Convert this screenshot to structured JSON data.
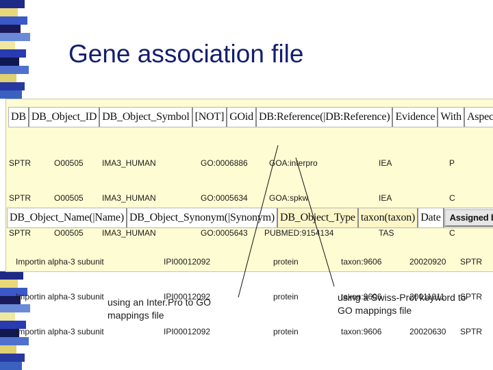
{
  "title": "Gene association file",
  "header1": [
    "DB",
    "DB_Object_ID",
    "DB_Object_Symbol",
    "[NOT]",
    "GOid",
    "DB:Reference(|DB:Reference)",
    "Evidence",
    "With",
    "Aspect"
  ],
  "rows1": {
    "db": [
      "SPTR",
      "SPTR",
      "SPTR"
    ],
    "object_id": [
      "O00505",
      "O00505",
      "O00505"
    ],
    "symbol": [
      "IMA3_HUMAN",
      "IMA3_HUMAN",
      "IMA3_HUMAN"
    ],
    "goid": [
      "GO:0006886",
      "GO:0005634",
      "GO:0005643"
    ],
    "reference": [
      "GOA:interpro",
      "GOA:spkw",
      "PUBMED:9154134"
    ],
    "evidence": [
      "IEA",
      "IEA",
      "TAS"
    ],
    "aspect": [
      "P",
      "C",
      "C"
    ]
  },
  "header2": [
    "DB_Object_Name(|Name)",
    "DB_Object_Synonym(|Synonym)",
    "DB_Object_Type",
    "taxon(taxon)",
    "Date",
    "Assigned by"
  ],
  "rows2": {
    "name": [
      "Importin alpha-3 subunit",
      "Importin alpha-3 subunit",
      "Importin alpha-3 subunit"
    ],
    "synonym": [
      "IPI00012092",
      "IPI00012092",
      "IPI00012092"
    ],
    "type": [
      "protein",
      "protein",
      "protein"
    ],
    "taxon": [
      "taxon:9606",
      "taxon:9606",
      "taxon:9606"
    ],
    "date": [
      "20020920",
      "20011011",
      "20020630"
    ],
    "assigned_by": [
      "SPTR",
      "SPTR",
      "SPTR"
    ]
  },
  "annotations": {
    "interpro": "using an Inter.Pro to GO mappings file",
    "swissprot": "using a Swiss-Prot keyword to GO mappings file"
  }
}
